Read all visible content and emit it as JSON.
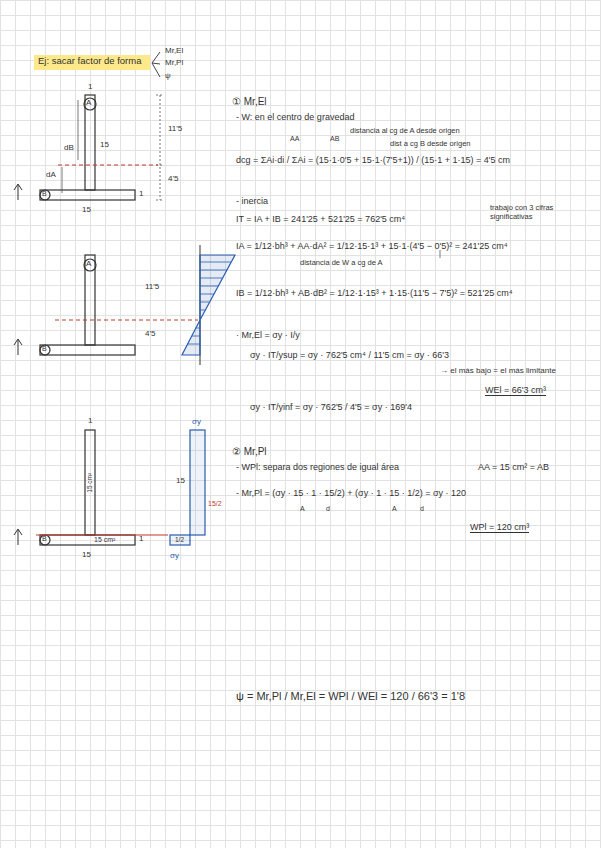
{
  "diagram": {
    "title": "Ej: sacar factor de forma",
    "labels": [
      "Mr,El",
      "Mr,Pl",
      "ψ",
      "1",
      "A",
      "15",
      "11'5",
      "4'5",
      "dA",
      "dB",
      "B",
      "1",
      "15",
      "A",
      "11'5",
      "4'5",
      "B",
      "1",
      "15 cm²",
      "B",
      "15 cm²",
      "1",
      "15",
      "σy",
      "15",
      "15/2",
      "1/2",
      "σy",
      "① Mr,El",
      "- W: en el centro de gravedad",
      "AA",
      "AB",
      "distancia al cg de A desde origen",
      "dist a cg B desde origen",
      "dcg = ΣAi·di / ΣAi = (15·1·0'5 + 15·1·(7'5+1)) / (15·1 + 1·15) = 4'5 cm",
      "- inercia",
      "IT = IA + IB = 241'25 + 521'25 = 762'5 cm⁴",
      "trabajo con 3 cifras significativas",
      "IA = 1/12·bh³ + AA·dA² = 1/12·15·1³ + 15·1·(4'5 − 0'5)² = 241'25 cm⁴",
      "distancia de W a cg de A",
      "IB = 1/12·bh³ + AB·dB² = 1/12·1·15³ + 1·15·(11'5 − 7'5)² = 521'25 cm⁴",
      "· Mr,El = σy · I/y",
      "σy · IT/ysup = σy · 762'5 cm⁴ / 11'5 cm = σy · 66'3",
      "→ el más bajo = el más limitante",
      "WEl = 66'3 cm³",
      "σy · IT/yinf = σy · 762'5 / 4'5 = σy · 169'4",
      "② Mr,Pl",
      "- WPl: separa dos regiones de igual área",
      "AA = 15 cm² = AB",
      "- Mr,Pl = (σy · 15 · 1 · 15/2) + (σy · 1 · 15 · 1/2) = σy · 120",
      "A",
      "d",
      "A",
      "d",
      "WPl = 120 cm³",
      "ψ = Mr,Pl / Mr,El = WPl / WEl = 120 / 66'3 = 1'8"
    ]
  }
}
